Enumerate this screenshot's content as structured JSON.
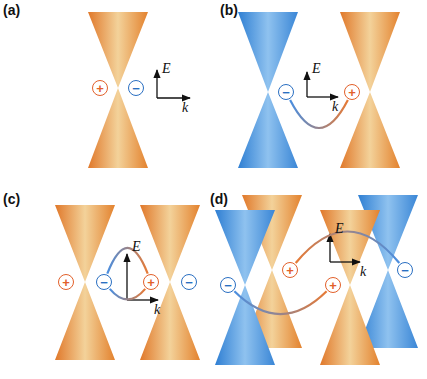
{
  "diagram": {
    "nodes": [
      {
        "text": [
          "+"
        ]
      },
      {
        "text": [
          "−"
        ]
      },
      {
        "text": [
          "−"
        ]
      },
      {
        "text": [
          "+"
        ]
      },
      {
        "text": [
          "+"
        ]
      },
      {
        "text": [
          "−"
        ]
      },
      {
        "text": [
          "+"
        ]
      },
      {
        "text": [
          "−"
        ]
      },
      {
        "text": [
          "−"
        ]
      },
      {
        "text": [
          "+"
        ]
      },
      {
        "text": [
          "+"
        ]
      },
      {
        "text": [
          "−"
        ]
      }
    ],
    "edges": [
      {
        "from": 2,
        "to": 3,
        "arrow": "none"
      },
      {
        "from": 5,
        "to": 6,
        "arrow": "none"
      },
      {
        "from": 5,
        "to": 6,
        "arrow": "none"
      },
      {
        "from": 9,
        "to": 11,
        "arrow": "none"
      },
      {
        "from": 8,
        "to": 10,
        "arrow": "none"
      }
    ],
    "labels": [
      "(a)",
      "E",
      "k",
      "(b)",
      "E",
      "k",
      "(c)",
      "E",
      "k",
      "(d)",
      "E",
      "k"
    ]
  }
}
